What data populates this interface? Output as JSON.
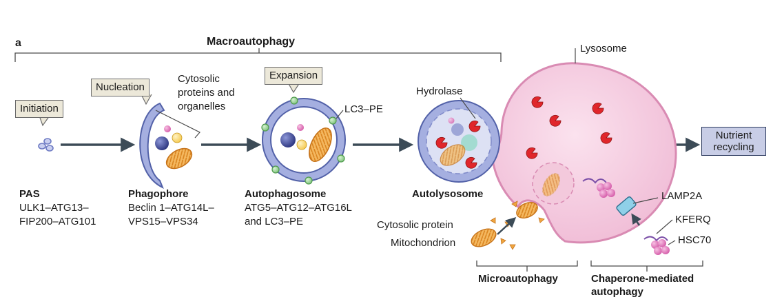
{
  "panel_label": "a",
  "labels": {
    "macroautophagy": "Macroautophagy",
    "lysosome": "Lysosome",
    "initiation": "Initiation",
    "nucleation": "Nucleation",
    "expansion": "Expansion",
    "cytosolic_cargo": [
      "Cytosolic",
      "proteins and",
      "organelles"
    ],
    "lc3pe": "LC3–PE",
    "hydrolase": "Hydrolase",
    "nutrient_recycling": [
      "Nutrient",
      "recycling"
    ],
    "lamp2a": "LAMP2A",
    "kferq": "KFERQ",
    "hsc70": "HSC70",
    "cytosolic_protein": "Cytosolic protein",
    "mitochondrion": "Mitochondrion",
    "microautophagy": "Microautophagy",
    "cma": [
      "Chaperone-mediated",
      "autophagy"
    ]
  },
  "stages": [
    {
      "title": "PAS",
      "lines": [
        "ULK1–ATG13–",
        "FIP200–ATG101"
      ]
    },
    {
      "title": "Phagophore",
      "lines": [
        "Beclin 1–ATG14L–",
        "VPS15–VPS34"
      ]
    },
    {
      "title": "Autophagosome",
      "lines": [
        "ATG5–ATG12–ATG16L",
        "and LC3–PE"
      ]
    },
    {
      "title": "Autolysosome",
      "lines": []
    }
  ],
  "colors": {
    "membrane": "#9aa5d4",
    "membrane_dark": "#4d5d9a",
    "lysosome_fill": "#f6cfe2",
    "lysosome_edge": "#d98bb3",
    "arrow": "#3c4b57",
    "hydrolase_red": "#e0262b",
    "lc3_green": "#8fce8a",
    "mito_orange": "#f4b860",
    "chaperone_pink": "#d4589f",
    "lamp_blue": "#8fd0e8"
  }
}
